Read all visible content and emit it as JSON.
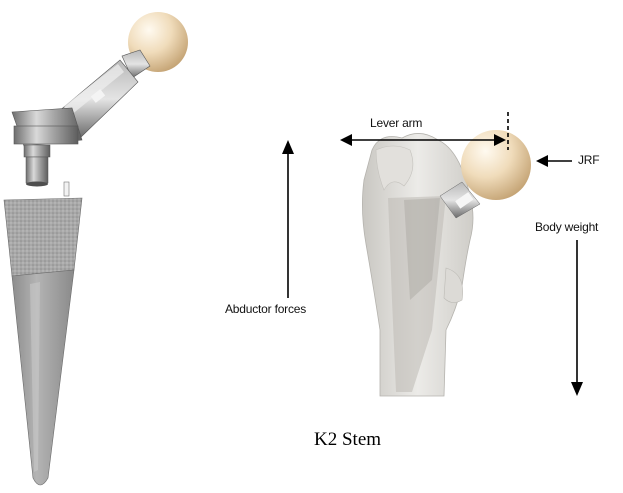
{
  "labels": {
    "lever_arm": "Lever arm",
    "jrf": "JRF",
    "body_weight": "Body weight",
    "abductor_forces": "Abductor forces"
  },
  "caption": "K2 Stem",
  "colors": {
    "implant_metal": "#9a9a9a",
    "femoral_head": "#efdcbc",
    "bone": "#d8d6d2",
    "arrow": "#000000"
  },
  "icons": {
    "implant": "hip-stem-prosthesis",
    "femur": "proximal-femur-with-implant"
  }
}
